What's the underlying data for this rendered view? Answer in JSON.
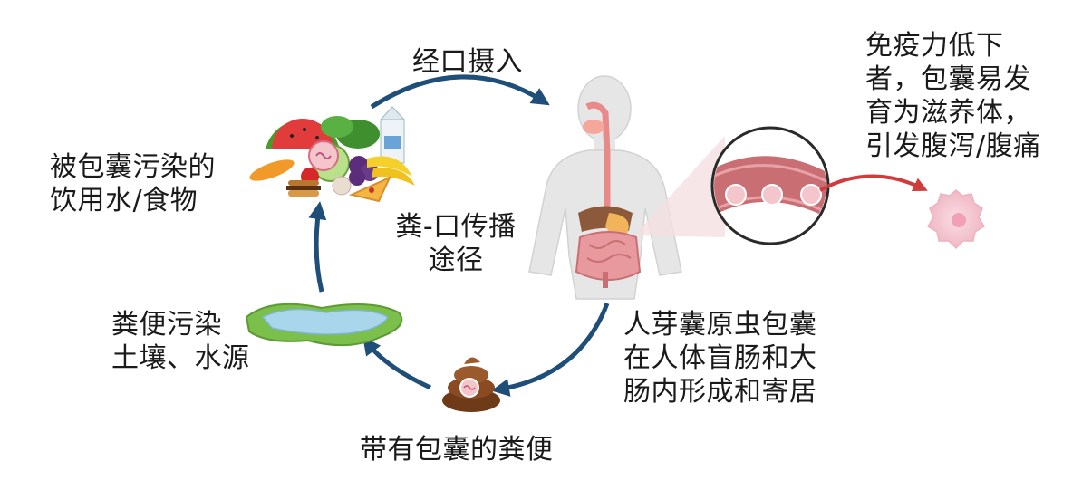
{
  "labels": {
    "oral_intake": "经口摄入",
    "contaminated_food": [
      "被包囊污染的",
      "饮用水/食物"
    ],
    "fecal_oral": [
      "粪-口传播",
      "途径"
    ],
    "immunocompromised": [
      "免疫力低下",
      "者，包囊易发",
      "育为滋养体，",
      "引发腹泻/腹痛"
    ],
    "cyst_formation": [
      "人芽囊原虫包囊",
      "在人体盲肠和大",
      "肠内形成和寄居"
    ],
    "cyst_feces": "带有包囊的粪便",
    "soil_water": [
      "粪便污染",
      "土壤、水源"
    ]
  },
  "colors": {
    "cycle_arrow": "#1f4e79",
    "red_arrow": "#d23b3b",
    "intestine": "#c96f73",
    "cyst": "#f4c6cc",
    "water": "#a9d6ea",
    "grass": "#7cbf4a",
    "poop": "#8a4a22",
    "body": "#e6e6e6"
  },
  "icons": [
    "food-pile-icon",
    "human-body-icon",
    "intestine-zoom-icon",
    "trophozoite-icon",
    "poop-icon",
    "puddle-icon",
    "cyst-icon"
  ]
}
